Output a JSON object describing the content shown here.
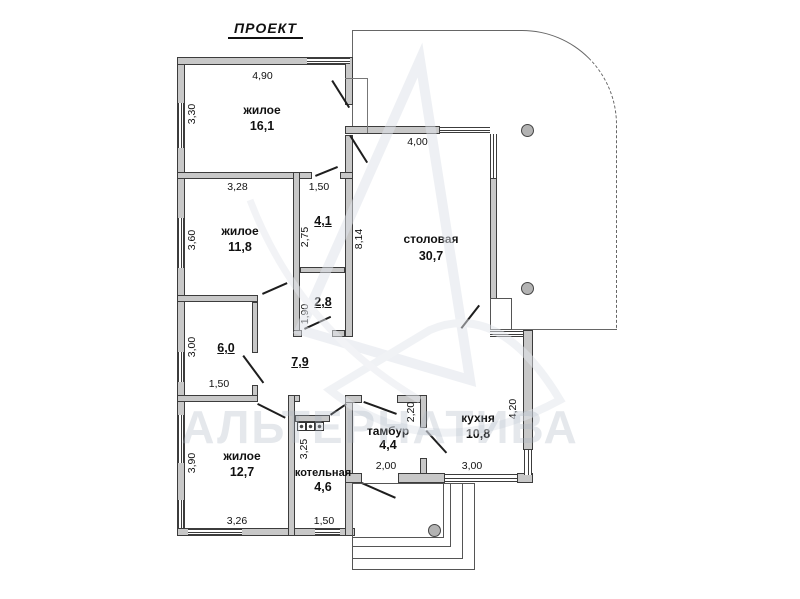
{
  "title": "ПРОЕКТ",
  "watermark": "АЛЬТЕРНАТИВА",
  "rooms": {
    "living1": {
      "label": "жилое",
      "area": "16,1"
    },
    "living2": {
      "label": "жилое",
      "area": "11,8"
    },
    "wc": {
      "area": "4,1"
    },
    "storage": {
      "area": "2,8"
    },
    "room6": {
      "area": "6,0"
    },
    "hall": {
      "area": "7,9"
    },
    "living3": {
      "label": "жилое",
      "area": "12,7"
    },
    "boiler": {
      "label": "котельная",
      "area": "4,6"
    },
    "tambour": {
      "label": "тамбур",
      "area": "4,4"
    },
    "kitchen": {
      "label": "кухня",
      "area": "10,8"
    },
    "dining": {
      "label": "столовая",
      "area": "30,7"
    }
  },
  "dims": {
    "w490": "4,90",
    "h330": "3,30",
    "w328": "3,28",
    "w150_wc": "1,50",
    "h360": "3,60",
    "h275": "2,75",
    "h814": "8,14",
    "w400": "4,00",
    "h190": "1,90",
    "h300": "3,00",
    "w150_6": "1,50",
    "h390": "3,90",
    "w326": "3,26",
    "w150_boiler": "1,50",
    "h325": "3,25",
    "h220": "2,20",
    "w200": "2,00",
    "w300_kitchen": "3,00",
    "h420": "4,20"
  },
  "colors": {
    "wall_fill": "#c8c8c8",
    "line": "#3c3c3c",
    "watermark": "#aab2c0"
  }
}
